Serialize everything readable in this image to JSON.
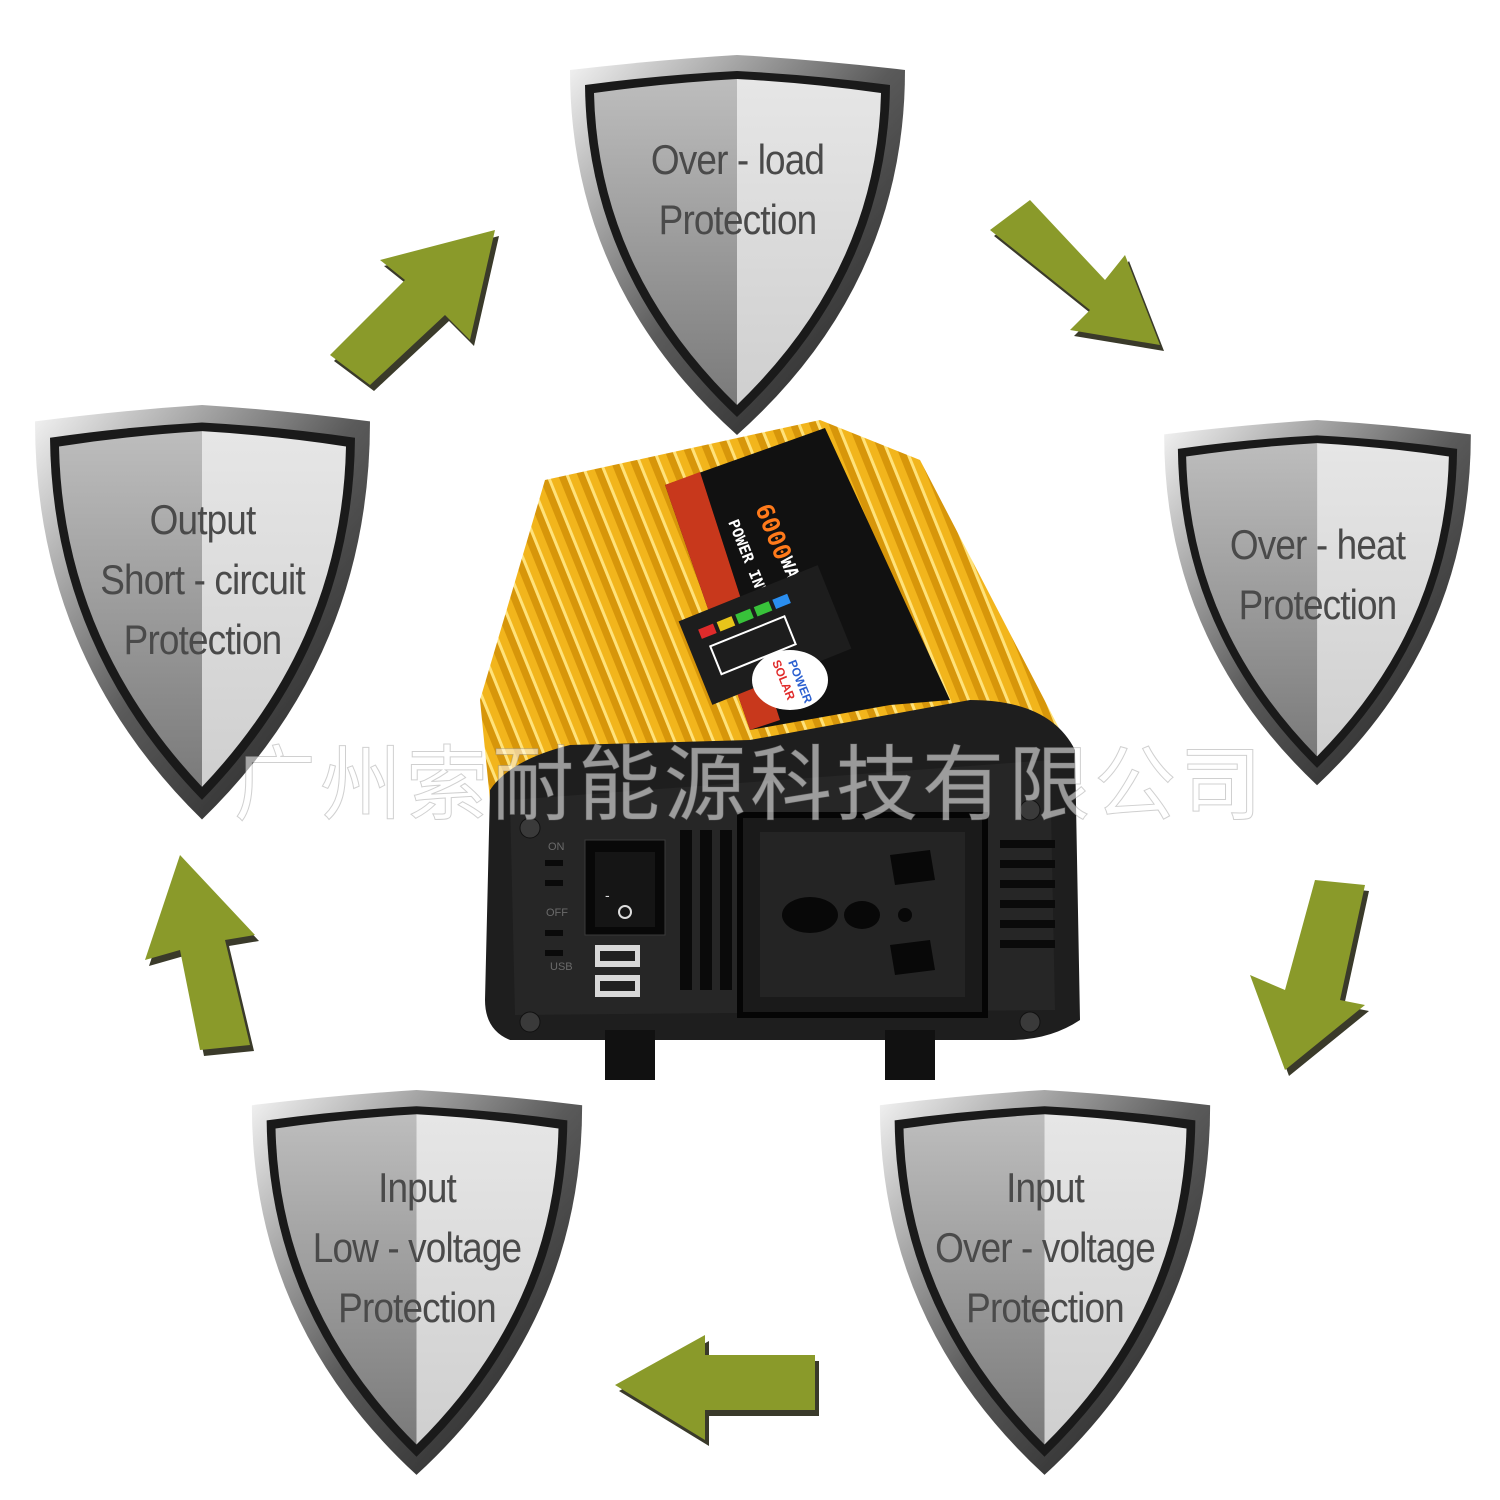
{
  "shields": [
    {
      "id": "over-load",
      "lines": [
        "Over - load",
        "Protection"
      ]
    },
    {
      "id": "over-heat",
      "lines": [
        "Over - heat",
        "Protection"
      ]
    },
    {
      "id": "input-over-voltage",
      "lines": [
        "Input",
        "Over - voltage",
        "Protection"
      ]
    },
    {
      "id": "input-low-voltage",
      "lines": [
        "Input",
        "Low - voltage",
        "Protection"
      ]
    },
    {
      "id": "output-short-circuit",
      "lines": [
        "Output",
        "Short - circuit",
        "Protection"
      ]
    }
  ],
  "product": {
    "rating": "6000",
    "rating_unit": "WATTS",
    "name": "POWER INVERTER",
    "badge_line1": "SOLAR",
    "badge_line2": "POWER",
    "switch_on": "ON",
    "switch_off": "OFF",
    "usb_label": "USB"
  },
  "watermark": "广州索耐能源科技有限公司",
  "colors": {
    "arrow": "#8a9a2a",
    "arrow_shadow": "#3a3a2a",
    "body": "#f2b51c",
    "panel": "#111111",
    "stripe": "#c8381c"
  }
}
